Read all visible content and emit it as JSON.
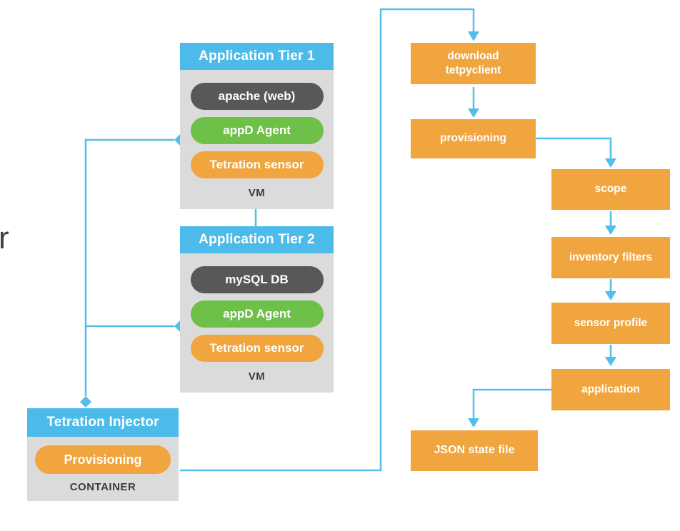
{
  "colors": {
    "accent_blue": "#4DBBE9",
    "line_blue": "#52BEEA",
    "orange": "#F1A53E",
    "green": "#6EC049",
    "dark_gray": "#58585A",
    "card_gray": "#DBDBDB",
    "footer_text": "#3C3C3C"
  },
  "fragment": {
    "text": "r"
  },
  "cards": [
    {
      "title": "Application Tier 1",
      "footer": "VM",
      "pills": [
        {
          "label": "apache (web)",
          "variant": "dark"
        },
        {
          "label": "appD Agent",
          "variant": "green"
        },
        {
          "label": "Tetration sensor",
          "variant": "orange"
        }
      ]
    },
    {
      "title": "Application Tier 2",
      "footer": "VM",
      "pills": [
        {
          "label": "mySQL DB",
          "variant": "dark"
        },
        {
          "label": "appD Agent",
          "variant": "green"
        },
        {
          "label": "Tetration sensor",
          "variant": "orange"
        }
      ]
    },
    {
      "title": "Tetration Injector",
      "footer": "CONTAINER",
      "pills": [
        {
          "label": "Provisioning",
          "variant": "orange"
        }
      ]
    }
  ],
  "flow": {
    "nodes": [
      {
        "id": "download-tetpyclient",
        "label": "download tetpyclient"
      },
      {
        "id": "provisioning",
        "label": "provisioning"
      },
      {
        "id": "scope",
        "label": "scope"
      },
      {
        "id": "inventory-filters",
        "label": "inventory filters"
      },
      {
        "id": "sensor-profile",
        "label": "sensor profile"
      },
      {
        "id": "application",
        "label": "application"
      },
      {
        "id": "json-state-file",
        "label": "JSON state file"
      }
    ]
  }
}
